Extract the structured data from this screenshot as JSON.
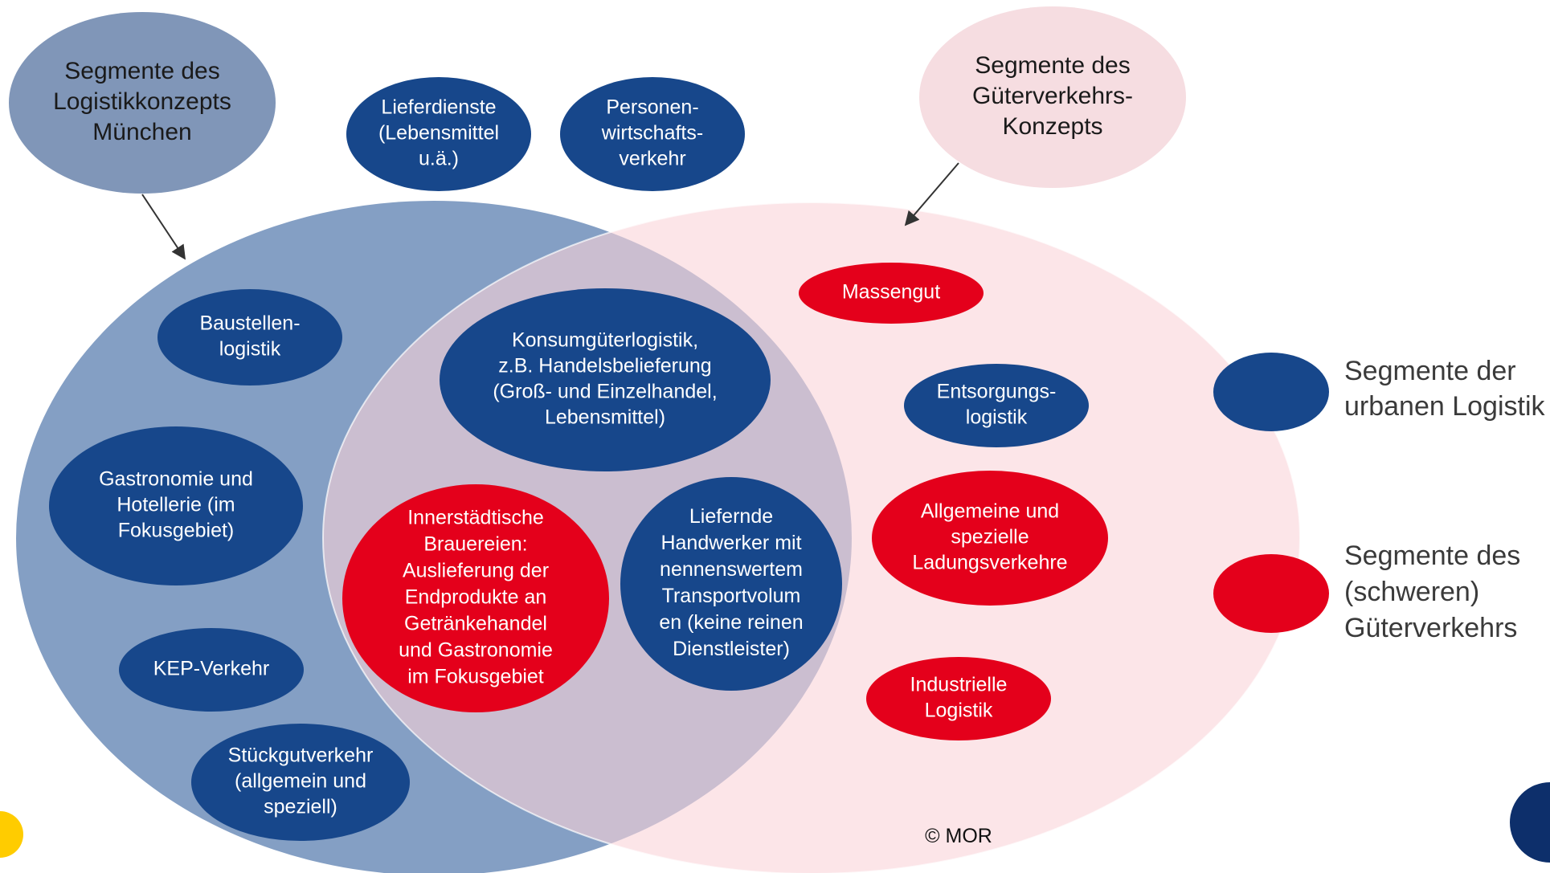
{
  "colors": {
    "blue_set": "#4a72a8",
    "red_set": "#fad3d9",
    "blue_node": "#17478b",
    "red_node": "#e4001b",
    "left_title_bubble": "#8096b8",
    "right_title_bubble": "#f6dde1",
    "accent_yellow": "#ffcc00"
  },
  "titles": {
    "left": [
      "Segmente des",
      "Logistikkonzepts",
      "München"
    ],
    "right": [
      "Segmente des",
      "Güterverkehrs-",
      "Konzepts"
    ]
  },
  "nodes": {
    "lieferdienste": [
      "Lieferdienste",
      "(Lebensmittel",
      "u.ä.)"
    ],
    "personenwirtschaftsverkehr": [
      "Personen-",
      "wirtschafts-",
      "verkehr"
    ],
    "baustellenlogistik": [
      "Baustellen-",
      "logistik"
    ],
    "gastronomie": [
      "Gastronomie und",
      "Hotellerie (im",
      "Fokusgebiet)"
    ],
    "kep": [
      "KEP-Verkehr"
    ],
    "stueckgut": [
      "Stückgutverkehr",
      "(allgemein und",
      "speziell)"
    ],
    "konsumgueter": [
      "Konsumgüterlogistik,",
      "z.B. Handelsbelieferung",
      "(Groß- und Einzelhandel,",
      "Lebensmittel)"
    ],
    "brauereien": [
      "Innerstädtische",
      "Brauereien:",
      "Auslieferung der",
      "Endprodukte an",
      "Getränkehandel",
      "und Gastronomie",
      "im Fokusgebiet"
    ],
    "handwerker": [
      "Liefernde",
      "Handwerker mit",
      "nennenswertem",
      "Transportvolum",
      "en (keine reinen",
      "Dienstleister)"
    ],
    "massengut": [
      "Massengut"
    ],
    "entsorgung": [
      "Entsorgungs-",
      "logistik"
    ],
    "ladungsverkehre": [
      "Allgemeine und",
      "spezielle",
      "Ladungsverkehre"
    ],
    "industrielle": [
      "Industrielle",
      "Logistik"
    ]
  },
  "legend": {
    "blue": [
      "Segmente der",
      "urbanen Logistik"
    ],
    "red": [
      "Segmente des",
      "(schweren)",
      "Güterverkehrs"
    ]
  },
  "copyright": "© MOR"
}
